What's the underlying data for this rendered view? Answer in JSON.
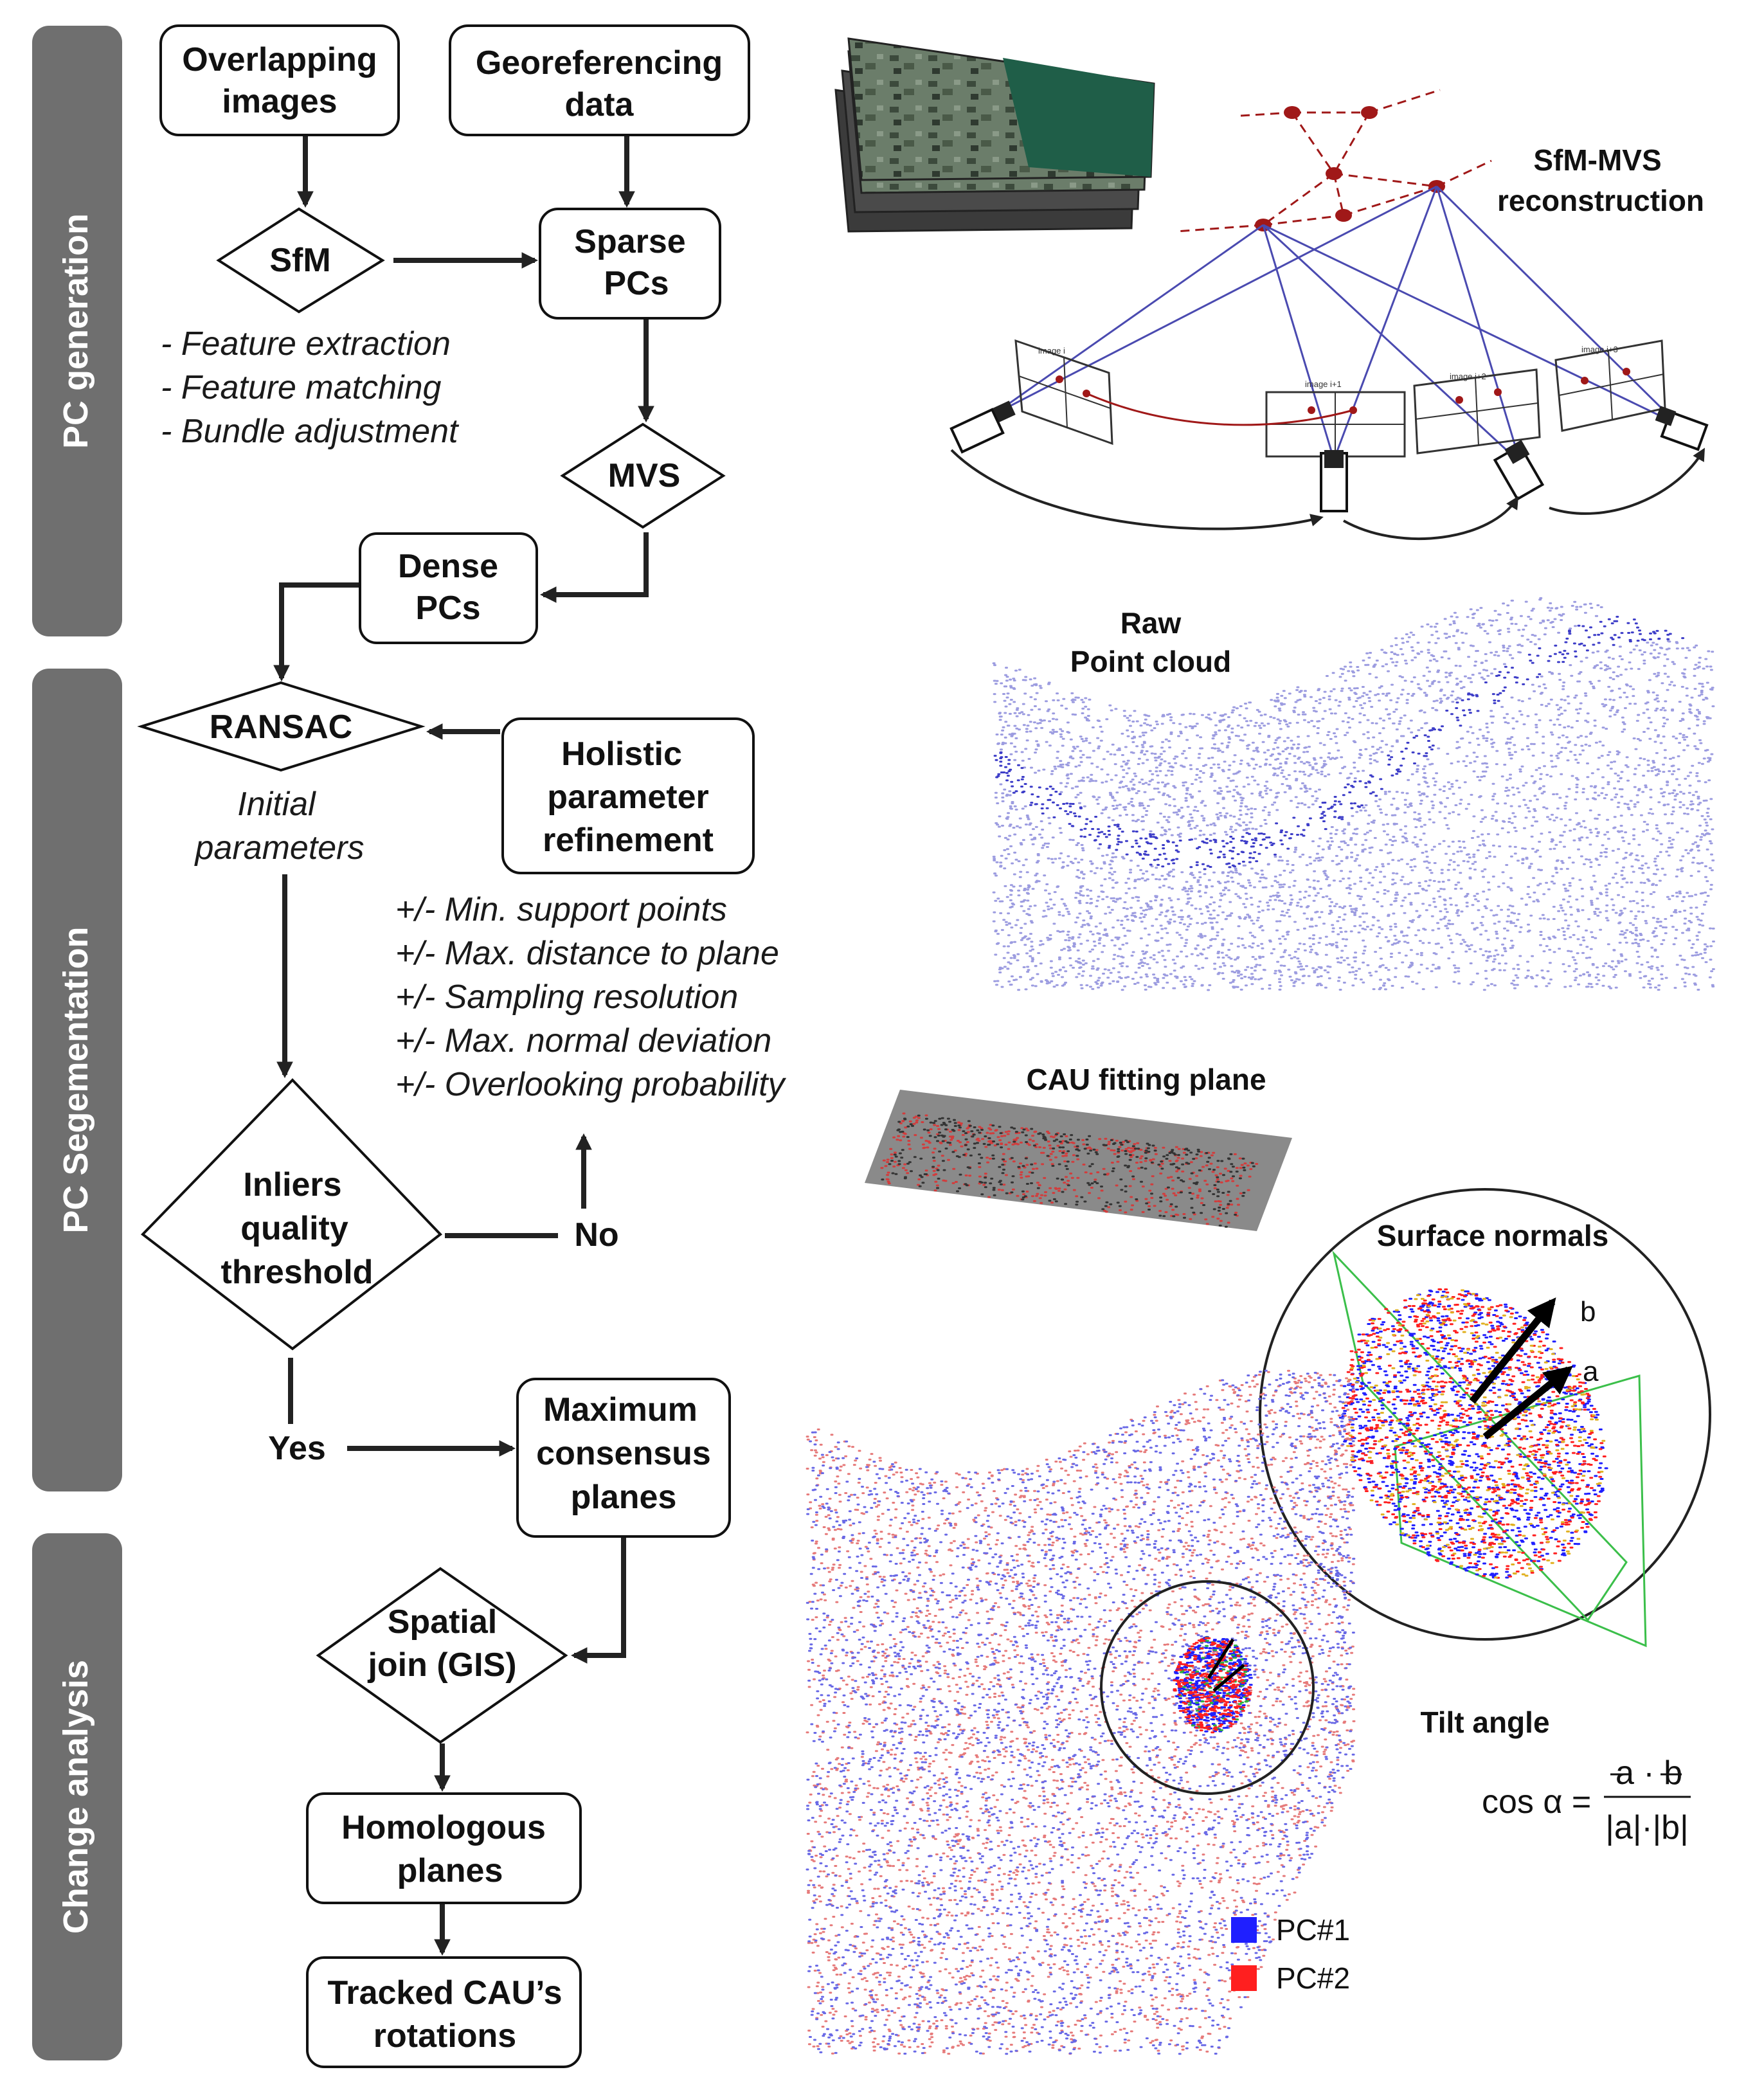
{
  "bands": {
    "generation": "PC generation",
    "segmentation": "PC Segementation",
    "change": "Change analysis"
  },
  "nodes": {
    "overlapping": [
      "Overlapping",
      "images"
    ],
    "georef": [
      "Georeferencing",
      "data"
    ],
    "sfm": "SfM",
    "sparse": [
      "Sparse",
      "PCs"
    ],
    "mvs": "MVS",
    "dense": [
      "Dense",
      "PCs"
    ],
    "ransac": "RANSAC",
    "holistic": [
      "Holistic",
      "parameter",
      "refinement"
    ],
    "inliers": [
      "Inliers",
      "quality",
      "threshold"
    ],
    "no": "No",
    "yes": "Yes",
    "maxcons": [
      "Maximum",
      "consensus",
      "planes"
    ],
    "spatial": [
      "Spatial",
      "join (GIS)"
    ],
    "homologous": [
      "Homologous",
      "planes"
    ],
    "tracked": [
      "Tracked CAU’s",
      "rotations"
    ]
  },
  "sfm_steps": [
    "- Feature extraction",
    "- Feature matching",
    "- Bundle adjustment"
  ],
  "initial_params": [
    "Initial",
    "parameters"
  ],
  "param_list": [
    "+/- Min. support points",
    "+/- Max. distance to plane",
    "+/- Sampling resolution",
    "+/- Max. normal deviation",
    "+/- Overlooking probability"
  ],
  "illustrations": {
    "sfm_mvs": [
      "SfM-MVS",
      "reconstruction"
    ],
    "image_labels": [
      "image i",
      "image i+1",
      "image i+2",
      "image i+3"
    ],
    "raw_pc": [
      "Raw",
      "Point cloud"
    ],
    "cau_plane": "CAU fitting plane",
    "surface_normals": "Surface normals",
    "vec_a": "a",
    "vec_b": "b",
    "tilt_angle": "Tilt angle",
    "formula_lhs": "cos α =",
    "formula_num": "a · b",
    "formula_den": "|a|·|b|"
  },
  "legend": [
    {
      "label": "PC#1",
      "color": "#1f1fff"
    },
    {
      "label": "PC#2",
      "color": "#ff1f1f"
    }
  ],
  "colors": {
    "band": "#6f6f6f",
    "pc1": "#1f1fff",
    "pc2": "#ff1f1f",
    "plane": "#8a8a8a",
    "camera_ray": "#4a4ab0",
    "tie_point": "#a01818",
    "normal_frame": "#3bbf4a"
  }
}
